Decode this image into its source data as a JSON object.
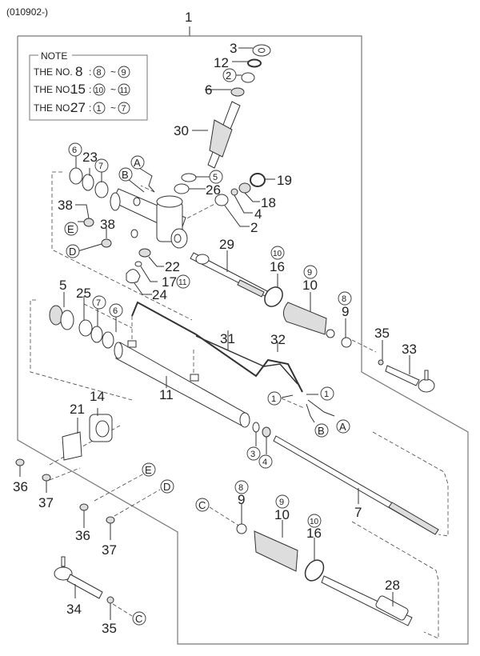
{
  "header": {
    "date_code": "(010902-)"
  },
  "assembly_callout": "1",
  "note": {
    "title": "NOTE",
    "rows": [
      {
        "prefix": "THE NO.",
        "number": "8",
        "from": "8",
        "to": "9"
      },
      {
        "prefix": "THE NO.",
        "number": "15",
        "from": "10",
        "to": "11"
      },
      {
        "prefix": "THE NO.",
        "number": "27",
        "from": "1",
        "to": "7"
      }
    ],
    "separator": ":",
    "range_symbol": "~"
  },
  "callouts": [
    {
      "id": "c3-top",
      "text": "3",
      "circled": false
    },
    {
      "id": "c12",
      "text": "12",
      "circled": false
    },
    {
      "id": "c2-top",
      "text": "2",
      "circled": true
    },
    {
      "id": "c6-top",
      "text": "6",
      "circled": false
    },
    {
      "id": "c30",
      "text": "30",
      "circled": false
    },
    {
      "id": "c6-left",
      "text": "6",
      "circled": true
    },
    {
      "id": "c23",
      "text": "23",
      "circled": false
    },
    {
      "id": "c7-left",
      "text": "7",
      "circled": true
    },
    {
      "id": "cA-top",
      "text": "A",
      "circled": true
    },
    {
      "id": "cB-top",
      "text": "B",
      "circled": true
    },
    {
      "id": "c5-mid",
      "text": "5",
      "circled": true
    },
    {
      "id": "c26",
      "text": "26",
      "circled": false
    },
    {
      "id": "c19",
      "text": "19",
      "circled": false
    },
    {
      "id": "c18",
      "text": "18",
      "circled": false
    },
    {
      "id": "c4-mid",
      "text": "4",
      "circled": false
    },
    {
      "id": "c2-mid",
      "text": "2",
      "circled": false
    },
    {
      "id": "c38-a",
      "text": "38",
      "circled": false
    },
    {
      "id": "c38-b",
      "text": "38",
      "circled": false
    },
    {
      "id": "cE-left",
      "text": "E",
      "circled": true
    },
    {
      "id": "cD-left",
      "text": "D",
      "circled": true
    },
    {
      "id": "c22",
      "text": "22",
      "circled": false
    },
    {
      "id": "c17",
      "text": "17",
      "circled": false
    },
    {
      "id": "c11-circ",
      "text": "11",
      "circled": true
    },
    {
      "id": "c24",
      "text": "24",
      "circled": false
    },
    {
      "id": "c29",
      "text": "29",
      "circled": false
    },
    {
      "id": "c10-circ-a",
      "text": "10",
      "circled": true
    },
    {
      "id": "c16-a",
      "text": "16",
      "circled": false
    },
    {
      "id": "c9-circ-a",
      "text": "9",
      "circled": true
    },
    {
      "id": "c10-a",
      "text": "10",
      "circled": false
    },
    {
      "id": "c8-circ-a",
      "text": "8",
      "circled": true
    },
    {
      "id": "c9-a",
      "text": "9",
      "circled": false
    },
    {
      "id": "c35-a",
      "text": "35",
      "circled": false
    },
    {
      "id": "c33",
      "text": "33",
      "circled": false
    },
    {
      "id": "c5-left",
      "text": "5",
      "circled": false
    },
    {
      "id": "c25",
      "text": "25",
      "circled": false
    },
    {
      "id": "c7-left2",
      "text": "7",
      "circled": true
    },
    {
      "id": "c6-left2",
      "text": "6",
      "circled": true
    },
    {
      "id": "c31",
      "text": "31",
      "circled": false
    },
    {
      "id": "c32",
      "text": "32",
      "circled": false
    },
    {
      "id": "c11",
      "text": "11",
      "circled": false
    },
    {
      "id": "c1-circ-a",
      "text": "1",
      "circled": true
    },
    {
      "id": "c1-circ-b",
      "text": "1",
      "circled": true
    },
    {
      "id": "cB-low",
      "text": "B",
      "circled": true
    },
    {
      "id": "cA-low",
      "text": "A",
      "circled": true
    },
    {
      "id": "c3-circ",
      "text": "3",
      "circled": true
    },
    {
      "id": "c4-circ",
      "text": "4",
      "circled": true
    },
    {
      "id": "c21",
      "text": "21",
      "circled": false
    },
    {
      "id": "c14",
      "text": "14",
      "circled": false
    },
    {
      "id": "c36-a",
      "text": "36",
      "circled": false
    },
    {
      "id": "c37-a",
      "text": "37",
      "circled": false
    },
    {
      "id": "cE-low",
      "text": "E",
      "circled": true
    },
    {
      "id": "cD-low",
      "text": "D",
      "circled": true
    },
    {
      "id": "c36-b",
      "text": "36",
      "circled": false
    },
    {
      "id": "c37-b",
      "text": "37",
      "circled": false
    },
    {
      "id": "c7",
      "text": "7",
      "circled": false
    },
    {
      "id": "cC-low",
      "text": "C",
      "circled": true
    },
    {
      "id": "c8-circ-b",
      "text": "8",
      "circled": true
    },
    {
      "id": "c9-b",
      "text": "9",
      "circled": false
    },
    {
      "id": "c9-circ-b",
      "text": "9",
      "circled": true
    },
    {
      "id": "c10-b",
      "text": "10",
      "circled": false
    },
    {
      "id": "c10-circ-b",
      "text": "10",
      "circled": true
    },
    {
      "id": "c16-b",
      "text": "16",
      "circled": false
    },
    {
      "id": "c28",
      "text": "28",
      "circled": false
    },
    {
      "id": "c34",
      "text": "34",
      "circled": false
    },
    {
      "id": "c35-b",
      "text": "35",
      "circled": false
    },
    {
      "id": "cC-bottom",
      "text": "C",
      "circled": true
    }
  ]
}
